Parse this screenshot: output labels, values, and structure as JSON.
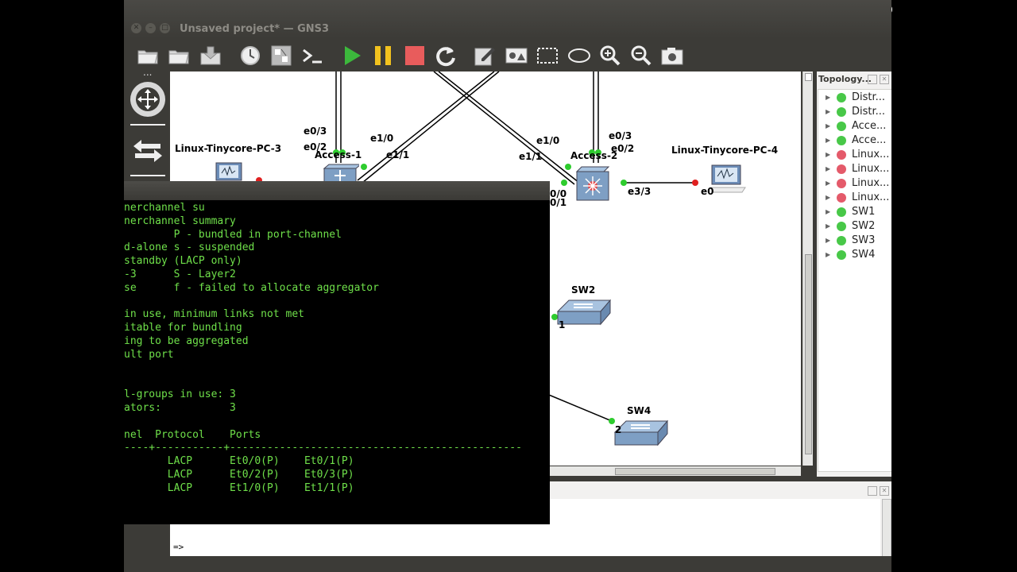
{
  "window": {
    "title": "Unsaved project* — GNS3"
  },
  "toolbar": {
    "items": [
      "open-folder-icon",
      "open-project-icon",
      "save-project-icon",
      "snapshot-history-icon",
      "screenshot-select-icon",
      "console-icon",
      "start-all-icon",
      "suspend-all-icon",
      "stop-all-icon",
      "reload-all-icon",
      "add-note-icon",
      "insert-image-icon",
      "draw-rectangle-icon",
      "draw-ellipse-icon",
      "zoom-in-icon",
      "zoom-out-icon",
      "take-screenshot-icon"
    ],
    "colors": {
      "play": "#3cb83c",
      "pause": "#f2c21e",
      "stop": "#e85c5c"
    }
  },
  "dock": {
    "more": "..."
  },
  "canvas": {
    "labels": {
      "pc3": "Linux-Tinycore-PC-3",
      "pc4": "Linux-Tinycore-PC-4",
      "access1": "Access-1",
      "access2": "Access-2",
      "sw2": "SW2",
      "sw4": "SW4",
      "a1_e03": "e0/3",
      "a1_e02": "e0/2",
      "a1_e10": "e1/0",
      "a1_e11": "e1/1",
      "a2_e11": "e1/1",
      "a2_e10": "e1/0",
      "a2_e03": "e0/3",
      "a2_e02": "e0/2",
      "a2_e33": "e3/3",
      "a2_00": "0/0",
      "a2_01": "0/1",
      "pc4_e0": "e0",
      "sw2_1": "1",
      "sw4_2": "2"
    }
  },
  "topology": {
    "title": "Topology...",
    "items": [
      {
        "name": "Distr...",
        "status": "green"
      },
      {
        "name": "Distr...",
        "status": "green"
      },
      {
        "name": "Acce...",
        "status": "green"
      },
      {
        "name": "Acce...",
        "status": "green"
      },
      {
        "name": "Linux...",
        "status": "red"
      },
      {
        "name": "Linux...",
        "status": "red"
      },
      {
        "name": "Linux...",
        "status": "red"
      },
      {
        "name": "Linux...",
        "status": "red"
      },
      {
        "name": "SW1",
        "status": "green"
      },
      {
        "name": "SW2",
        "status": "green"
      },
      {
        "name": "SW3",
        "status": "green"
      },
      {
        "name": "SW4",
        "status": "green"
      }
    ]
  },
  "console": {
    "prompt": "=>"
  },
  "terminal": {
    "lines": [
      "nerchannel su",
      "nerchannel summary",
      "        P - bundled in port-channel",
      "d-alone s - suspended",
      "standby (LACP only)",
      "-3      S - Layer2",
      "se      f - failed to allocate aggregator",
      "",
      "in use, minimum links not met",
      "itable for bundling",
      "ing to be aggregated",
      "ult port",
      "",
      "",
      "l-groups in use: 3",
      "ators:           3",
      "",
      "nel  Protocol    Ports",
      "----+-----------+-----------------------------------------------",
      "       LACP      Et0/0(P)    Et0/1(P)",
      "       LACP      Et0/2(P)    Et0/3(P)",
      "       LACP      Et1/0(P)    Et1/1(P)"
    ],
    "color": "#6fe04a"
  }
}
